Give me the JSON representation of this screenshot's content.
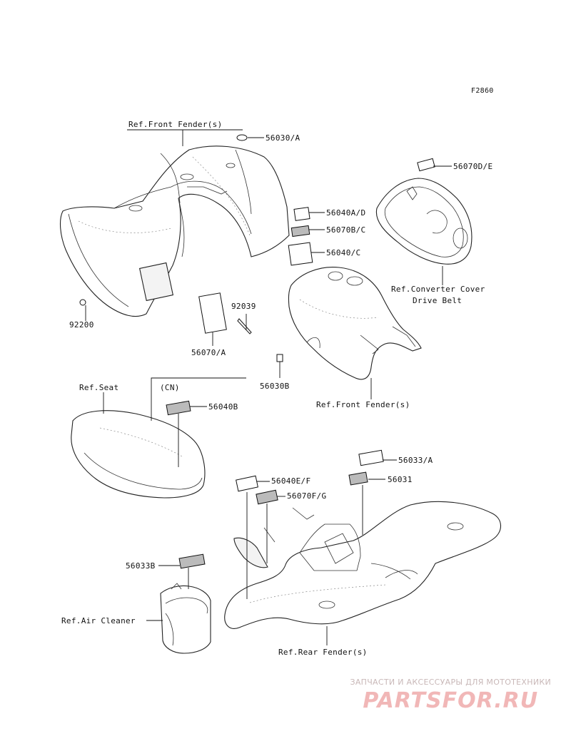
{
  "figure_code": "F2860",
  "labels": {
    "ref_front_fender_top": "Ref.Front Fender(s)",
    "p56030A": "56030/A",
    "p56070DE": "56070D/E",
    "p56040AD": "56040A/D",
    "p56070BC": "56070B/C",
    "p56040C": "56040/C",
    "ref_converter_cover": "Ref.Converter Cover",
    "drive_belt": "Drive Belt",
    "p92039": "92039",
    "p92200": "92200",
    "p56070A": "56070/A",
    "p56030B": "56030B",
    "ref_front_fender_mid": "Ref.Front Fender(s)",
    "ref_seat": "Ref.Seat",
    "cn": "(CN)",
    "p56040B": "56040B",
    "p56033A": "56033/A",
    "p56040EF": "56040E/F",
    "p56031": "56031",
    "p56070FG": "56070F/G",
    "p56033B": "56033B",
    "ref_air_cleaner": "Ref.Air Cleaner",
    "ref_rear_fender": "Ref.Rear Fender(s)"
  },
  "watermark": {
    "tagline": "ЗАПЧАСТИ И АКСЕССУАРЫ ДЛЯ МОТОТЕХНИКИ",
    "brand": "PARTSFOR.RU"
  }
}
